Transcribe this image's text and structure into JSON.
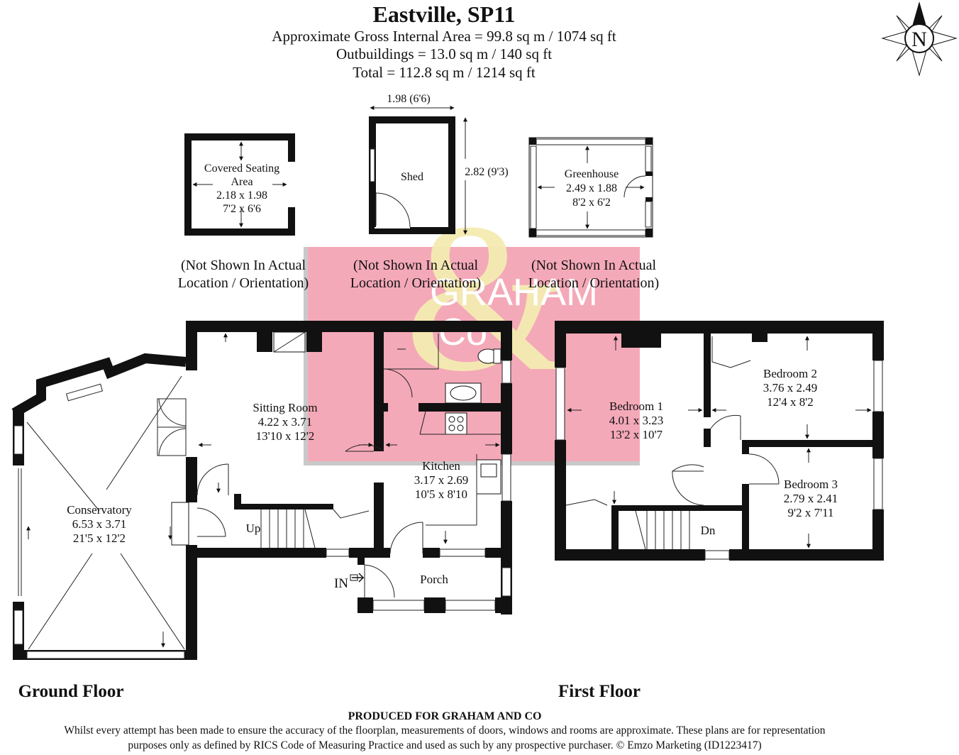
{
  "header": {
    "title": "Eastville, SP11",
    "gia": "Approximate Gross Internal Area = 99.8 sq m / 1074 sq ft",
    "outbuildings": "Outbuildings  = 13.0 sq m / 140 sq ft",
    "total": "Total = 112.8 sq m / 1214 sq ft"
  },
  "compass": {
    "north_label": "N",
    "icon": "compass-rose-icon"
  },
  "watermark": {
    "brand_line1": "GRAHAM",
    "brand_line2": "Co",
    "colors": {
      "pink": "#f2a7b6",
      "gold": "#f3eab0"
    }
  },
  "outbuildings": {
    "covered_seating": {
      "name_line1": "Covered Seating",
      "name_line2": "Area",
      "metric": "2.18 x 1.98",
      "imperial": "7'2 x 6'6"
    },
    "shed": {
      "name": "Shed",
      "width_label": "1.98 (6'6)",
      "depth_label": "2.82 (9'3)"
    },
    "greenhouse": {
      "name": "Greenhouse",
      "metric": "2.49 x 1.88",
      "imperial": "8'2 x 6'2"
    },
    "note_line1": "(Not Shown In Actual",
    "note_line2": "Location / Orientation)"
  },
  "ground_floor": {
    "label": "Ground Floor",
    "conservatory": {
      "name": "Conservatory",
      "metric": "6.53 x 3.71",
      "imperial": "21'5 x 12'2"
    },
    "sitting_room": {
      "name": "Sitting Room",
      "metric": "4.22 x 3.71",
      "imperial": "13'10 x 12'2"
    },
    "kitchen": {
      "name": "Kitchen",
      "metric": "3.17 x 2.69",
      "imperial": "10'5 x 8'10"
    },
    "porch": {
      "name": "Porch"
    },
    "stairs_label": "Up",
    "entrance_label": "IN"
  },
  "first_floor": {
    "label": "First Floor",
    "bedroom1": {
      "name": "Bedroom 1",
      "metric": "4.01 x 3.23",
      "imperial": "13'2 x 10'7"
    },
    "bedroom2": {
      "name": "Bedroom 2",
      "metric": "3.76 x 2.49",
      "imperial": "12'4 x 8'2"
    },
    "bedroom3": {
      "name": "Bedroom 3",
      "metric": "2.79 x 2.41",
      "imperial": "9'2 x 7'11"
    },
    "stairs_label": "Dn"
  },
  "footer": {
    "produced_for": "PRODUCED FOR GRAHAM AND CO",
    "disclaimer_line1": "Whilst every attempt has been made to ensure the accuracy of the floorplan, measurements of doors, windows and rooms are approximate. These plans are for representation",
    "disclaimer_line2": "purposes only as defined by RICS Code of Measuring Practice and used as such by any prospective purchaser. © Emzo Marketing (ID1223417)"
  }
}
